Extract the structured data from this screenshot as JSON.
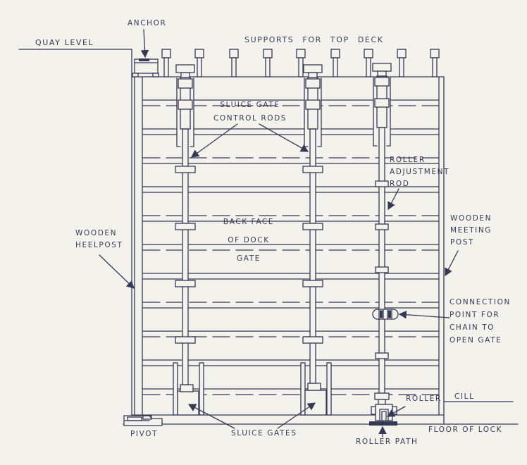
{
  "labels": {
    "quay_level": "QUAY LEVEL",
    "anchor": "ANCHOR",
    "supports_for_top_deck": "SUPPORTS FOR TOP DECK",
    "sluice_gate_control_rods": "SLUICE GATE\nCONTROL RODS",
    "back_face_of_dock_gate": "BACK FACE\nOF DOCK\nGATE",
    "wooden_heelpost": "WOODEN\nHEELPOST",
    "roller_adjustment_rod": "ROLLER\nADJUSTMENT\nROD",
    "wooden_meeting_post": "WOODEN\nMEETING\nPOST",
    "connection_point_for_chain": "CONNECTION\nPOINT FOR\nCHAIN TO\nOPEN GATE",
    "roller": "ROLLER",
    "cill": "CILL",
    "floor_of_lock": "FLOOR OF LOCK",
    "roller_path": "ROLLER PATH",
    "pivot": "PIVOT",
    "sluice_gates": "SLUICE GATES"
  },
  "colors": {
    "ink": "#353a54",
    "paper": "#f4f2ec"
  }
}
